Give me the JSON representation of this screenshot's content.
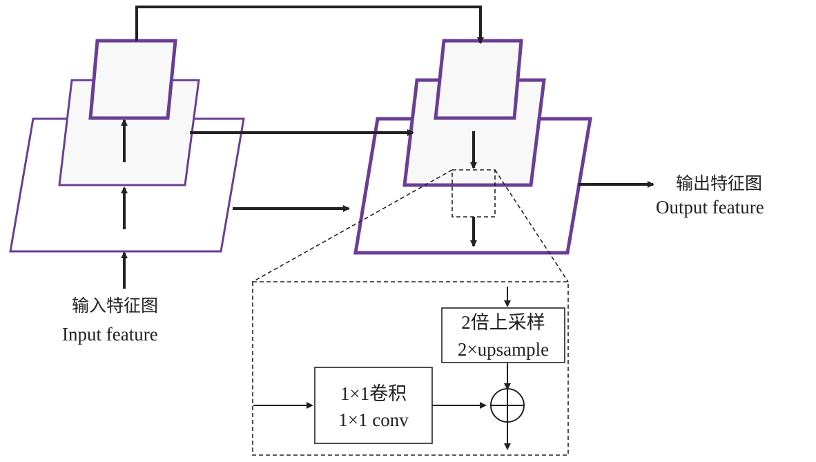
{
  "input_label": {
    "zh": "输入特征图",
    "en": "Input feature"
  },
  "output_label": {
    "zh": "输出特征图",
    "en": "Output feature"
  },
  "conv_box": {
    "line1": "1×1卷积",
    "line2": "1×1 conv"
  },
  "upsample_box": {
    "line1": "2倍上采样",
    "line2": "2×upsample"
  },
  "colors": {
    "pyramid_stroke": "#6a3e96",
    "arrow": "#222222",
    "background": "#ffffff"
  }
}
